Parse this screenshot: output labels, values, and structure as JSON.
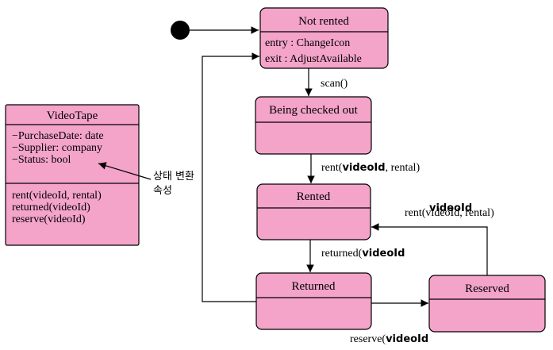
{
  "colors": {
    "box_fill": "#f4a3c9",
    "line": "#000000",
    "initial": "#000000"
  },
  "class_box": {
    "name": "VideoTape",
    "attributes": [
      "−PurchaseDate: date",
      "−Supplier: company",
      "−Status: bool"
    ],
    "operations": [
      "rent(videoId, rental)",
      "returned(videoId)",
      "reserve(videoId)"
    ]
  },
  "annotation": {
    "line1": "상태 변환",
    "line2": "속성"
  },
  "states": {
    "not_rented": {
      "name": "Not rented",
      "entry": "entry : ChangeIcon",
      "exit": "exit : AdjustAvailable"
    },
    "being_checked_out": {
      "name": "Being checked out"
    },
    "rented": {
      "name": "Rented"
    },
    "returned": {
      "name": "Returned"
    },
    "reserved": {
      "name": "Reserved"
    }
  },
  "transitions": {
    "scan": "scan()",
    "rent_to_rented": {
      "base": "rent(",
      "overlay": "videoId",
      "tail": ", rental)"
    },
    "returned": {
      "base": "returned(",
      "overlay": "videoId"
    },
    "reserved_to_rented": {
      "base": "rent(videoId, rental)",
      "overlay": "videoId"
    },
    "reserve": {
      "base": "reserve(",
      "overlay": "videoId"
    }
  }
}
